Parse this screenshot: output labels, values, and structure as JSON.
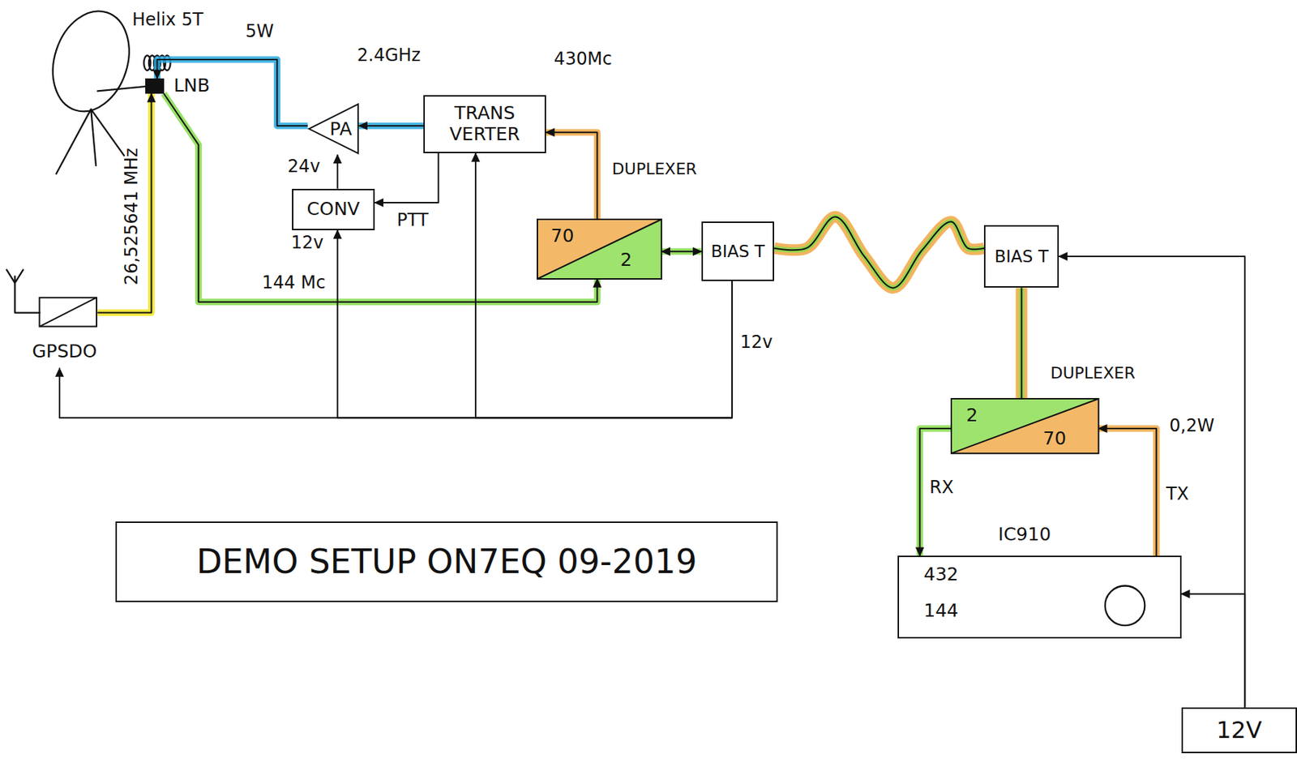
{
  "diagram": {
    "title": "DEMO SETUP ON7EQ 09-2019",
    "nodes": [
      {
        "text": [
          "LNB"
        ]
      },
      {
        "text": [
          "PA"
        ]
      },
      {
        "text": [
          "TRANS VERTER"
        ]
      },
      {
        "text": [
          "CONV"
        ]
      },
      {
        "text": [
          "DUPLEXER",
          "70",
          "2"
        ]
      },
      {
        "text": [
          "BIAS T"
        ]
      },
      {
        "text": [
          "BIAS T"
        ]
      },
      {
        "text": [
          "GPSDO"
        ]
      },
      {
        "text": [
          "DUPLEXER",
          "2",
          "70"
        ]
      },
      {
        "text": [
          "IC910",
          "432",
          "144"
        ]
      },
      {
        "text": [
          "12V"
        ]
      }
    ],
    "edges": [
      {
        "from": 7,
        "to": 0,
        "arrow": "to",
        "label": "26,525641 MHz"
      },
      {
        "from": 0,
        "to": 4,
        "arrow": "to",
        "label": "144 Mc"
      },
      {
        "from": 2,
        "to": 1,
        "arrow": "to"
      },
      {
        "from": 1,
        "to": 0,
        "arrow": "to",
        "label": "5W"
      },
      {
        "from": 2,
        "to": 3,
        "arrow": "to",
        "label": "PTT"
      },
      {
        "from": 3,
        "to": 1,
        "arrow": "to",
        "label": "24v"
      },
      {
        "from": 4,
        "to": 2,
        "arrow": "to"
      },
      {
        "from": 4,
        "to": 5,
        "arrow": "both"
      },
      {
        "from": 5,
        "to": 6,
        "arrow": "none"
      },
      {
        "from": 6,
        "to": 8,
        "arrow": "none"
      },
      {
        "from": 8,
        "to": 9,
        "arrow": "to",
        "label": "RX"
      },
      {
        "from": 9,
        "to": 8,
        "arrow": "to",
        "label": "TX"
      },
      {
        "from": 10,
        "to": 9,
        "arrow": "to"
      },
      {
        "from": 10,
        "to": 6,
        "arrow": "to"
      },
      {
        "from": 5,
        "to": 7,
        "arrow": "to"
      },
      {
        "from": 5,
        "to": 3,
        "arrow": "to"
      },
      {
        "from": 5,
        "to": 2,
        "arrow": "to"
      }
    ],
    "labels": [
      "Helix 5T",
      "2.4GHz",
      "430Mc",
      "12v",
      "12v",
      "0,2W"
    ]
  }
}
